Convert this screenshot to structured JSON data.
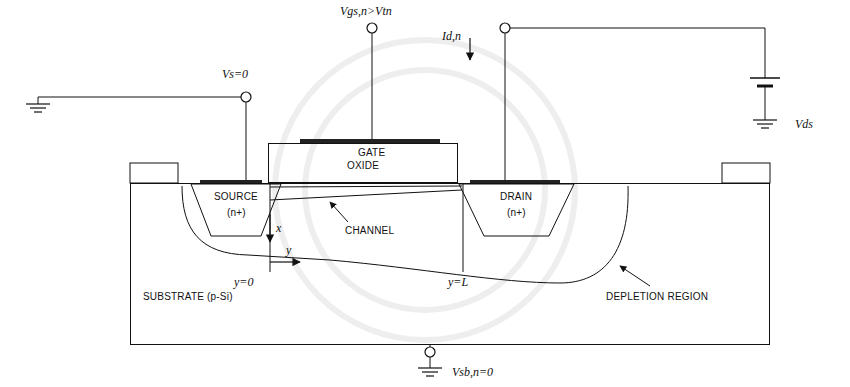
{
  "diagram": {
    "nodes": [
      {
        "text": [
          "SUBSTRATE (p-Si)"
        ]
      },
      {
        "text": [
          "SOURCE",
          "(n+)"
        ],
        "in": 0
      },
      {
        "text": [
          "DRAIN",
          "(n+)"
        ],
        "in": 0
      },
      {
        "text": [
          "OXIDE"
        ]
      }
    ],
    "labels": [
      "Vs=0",
      "Vgs,n>Vtn",
      "Id,n",
      "Vds",
      "GATE",
      "CHANNEL",
      "x",
      "y",
      "y=0",
      "y=L",
      "DEPLETION REGION",
      "Vsb,n=0"
    ]
  }
}
